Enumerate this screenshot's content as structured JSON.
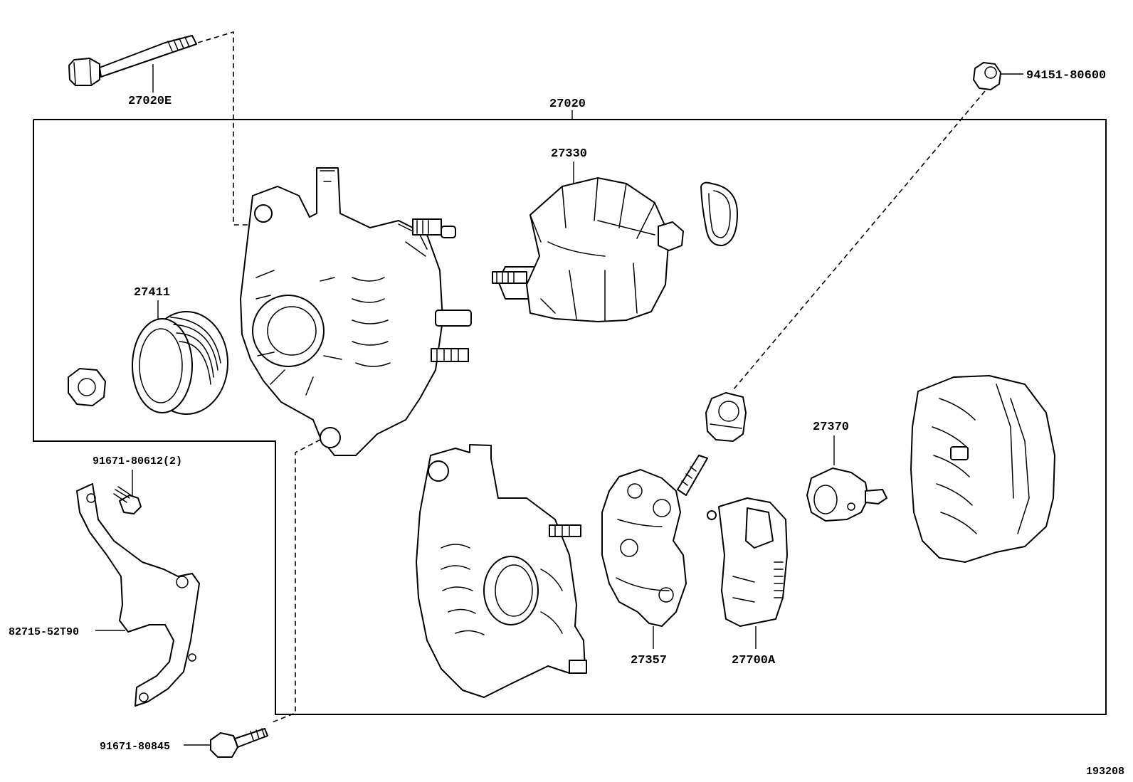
{
  "labels": {
    "bolt_top": "27020E",
    "assembly": "27020",
    "rotor": "27330",
    "nut_cap": "94151-80600",
    "pulley": "27411",
    "bracket_bolt": "91671-80612(2)",
    "bracket": "82715-52T90",
    "lower_bolt": "91671-80845",
    "rectifier": "27357",
    "regulator": "27700A",
    "brush_holder": "27370",
    "diagram_id": "193208"
  }
}
